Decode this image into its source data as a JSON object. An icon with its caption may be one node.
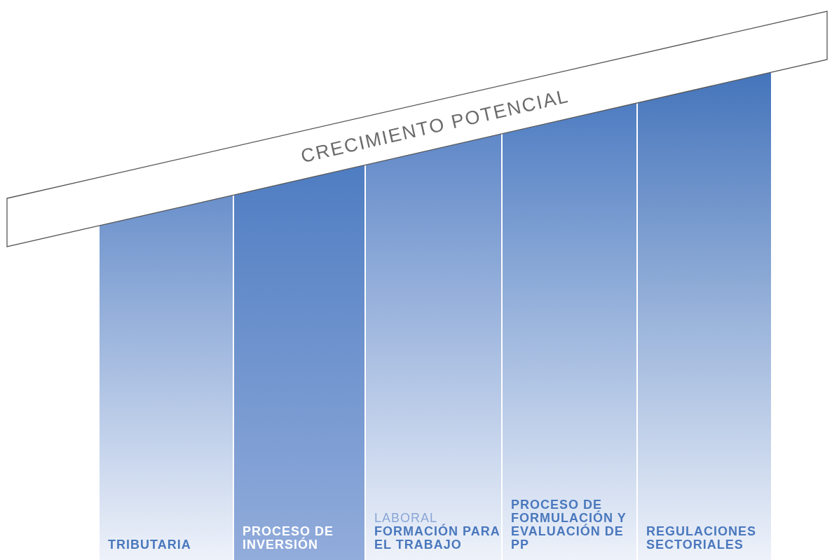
{
  "diagram": {
    "nodes": [
      {
        "text": [
          "CRECIMIENTO POTENCIAL"
        ]
      },
      {
        "text": [
          "TRIBUTARIA"
        ]
      },
      {
        "text": [
          "PROCESO DE INVERSIÓN"
        ]
      },
      {
        "text": [
          "LABORAL",
          "FORMACIÓN PARA EL TRABAJO"
        ]
      },
      {
        "text": [
          "PROCESO DE FORMULACIÓN Y EVALUACIÓN DE PP"
        ]
      },
      {
        "text": [
          "REGULACIONES SECTORIALES"
        ]
      }
    ]
  }
}
